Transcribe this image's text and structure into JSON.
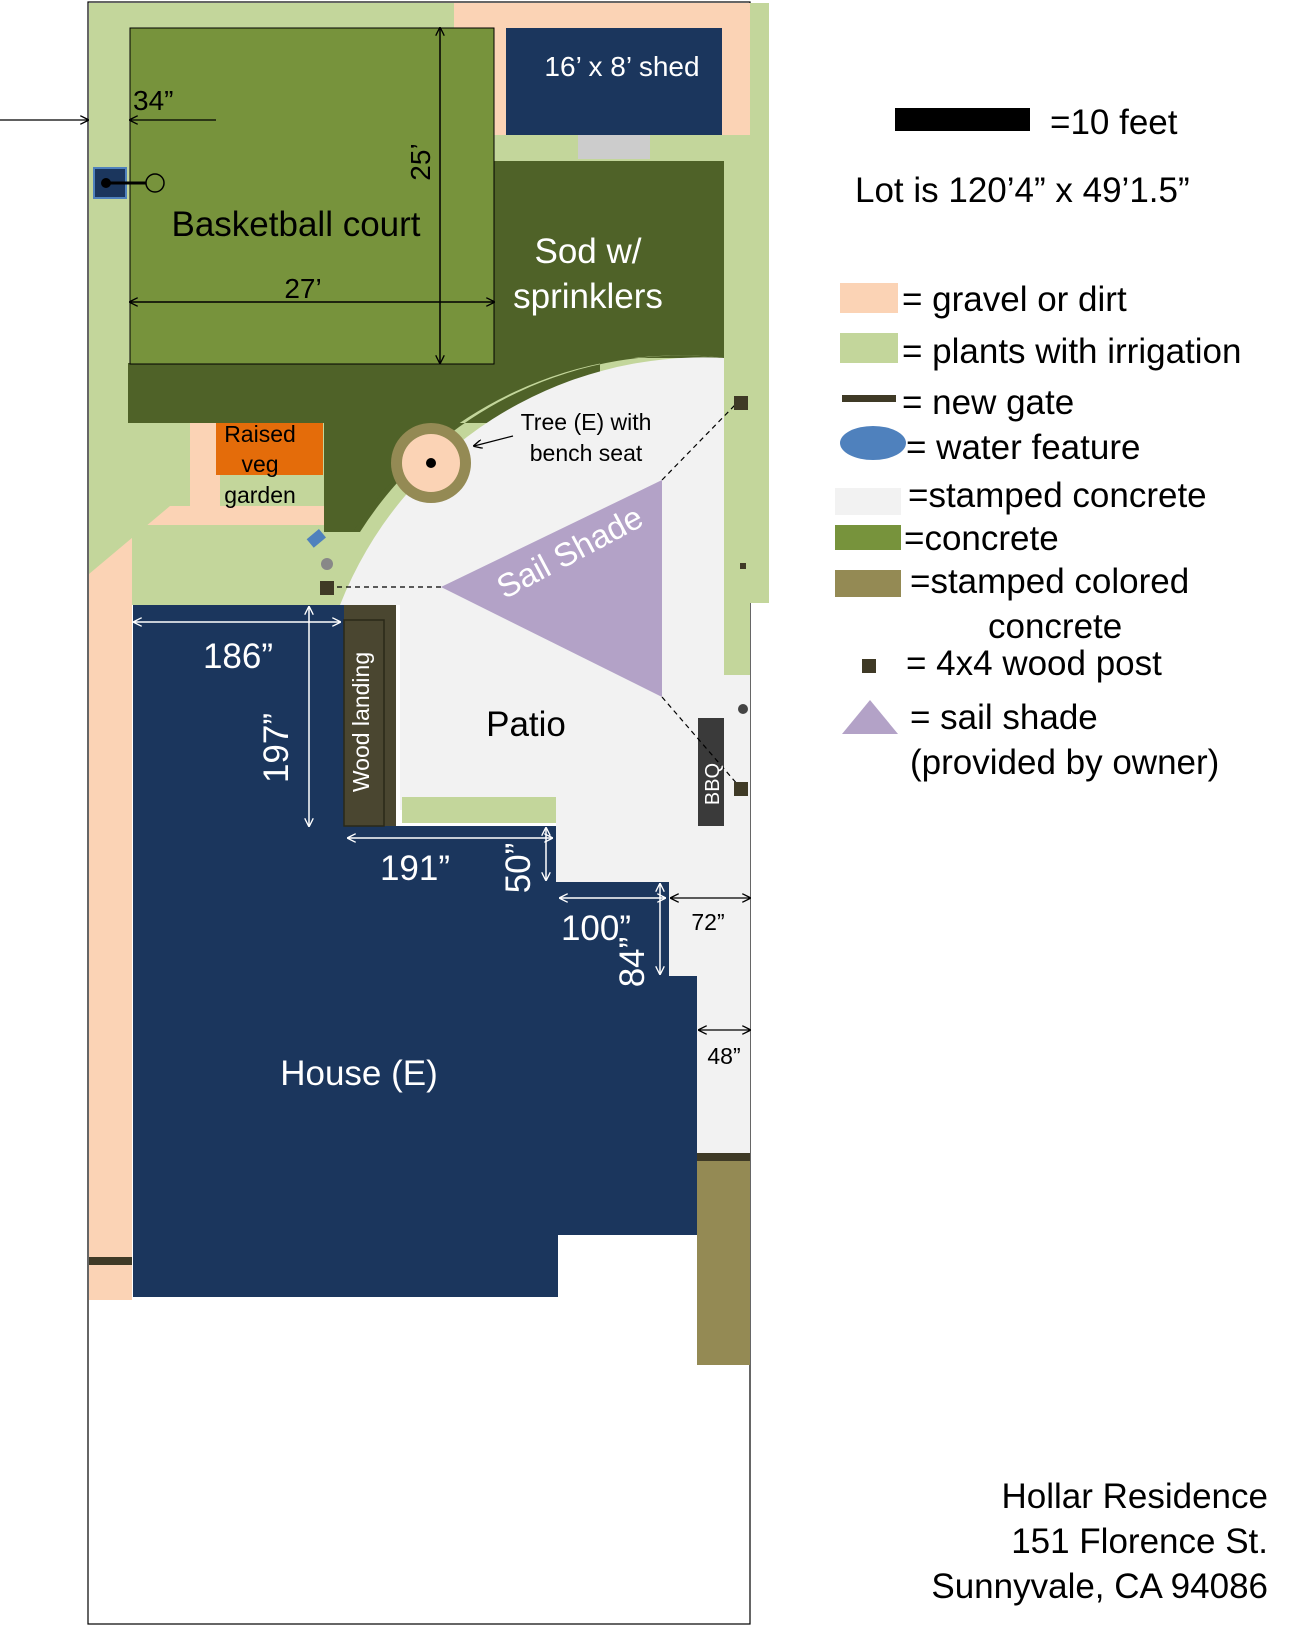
{
  "colors": {
    "gravel": "#fbd3b5",
    "plants": "#c3d69b",
    "sod": "#4f6228",
    "concrete": "#77933c",
    "stamped": "#f2f2f2",
    "stamped_colored": "#948a54",
    "house": "#1b365d",
    "gate": "#3f3a26",
    "water": "#4f81bd",
    "sail": "#b3a2c7",
    "veg": "#e46c0a",
    "landing": "#4a4630",
    "bbq": "#3a3a3a",
    "post": "#3f3a26",
    "tree_ring": "#948a54",
    "line": "#000000"
  },
  "labels": {
    "shed": "16’ x 8’ shed",
    "basketball": "Basketball court",
    "sod_line1": "Sod w/",
    "sod_line2": "sprinklers",
    "veg_line1": "Raised",
    "veg_line2": "veg",
    "veg_line3": "garden",
    "tree_line1": "Tree (E) with",
    "tree_line2": "bench seat",
    "sail": "Sail Shade",
    "patio": "Patio",
    "landing": "Wood landing",
    "bbq": "BBQ",
    "house": "House (E)"
  },
  "dimensions": {
    "d34": "34”",
    "d25": "25’",
    "d27": "27’",
    "d186": "186”",
    "d197": "197”",
    "d191": "191”",
    "d50": "50”",
    "d100": "100”",
    "d84": "84”",
    "d72": "72”",
    "d48": "48”"
  },
  "legend": {
    "scale": "=10 feet",
    "lot": "Lot is 120’4” x 49’1.5”",
    "gravel": "= gravel or dirt",
    "plants": "= plants with irrigation",
    "gate": "= new gate",
    "water": "= water feature",
    "stamped": "=stamped concrete",
    "concrete": "=concrete",
    "stamped_colored_line1": "=stamped colored",
    "stamped_colored_line2": "concrete",
    "post": "= 4x4 wood post",
    "sail_line1": "= sail shade",
    "sail_line2": "(provided by owner)"
  },
  "address": {
    "line1": "Hollar Residence",
    "line2": "151 Florence St.",
    "line3": "Sunnyvale, CA 94086"
  }
}
